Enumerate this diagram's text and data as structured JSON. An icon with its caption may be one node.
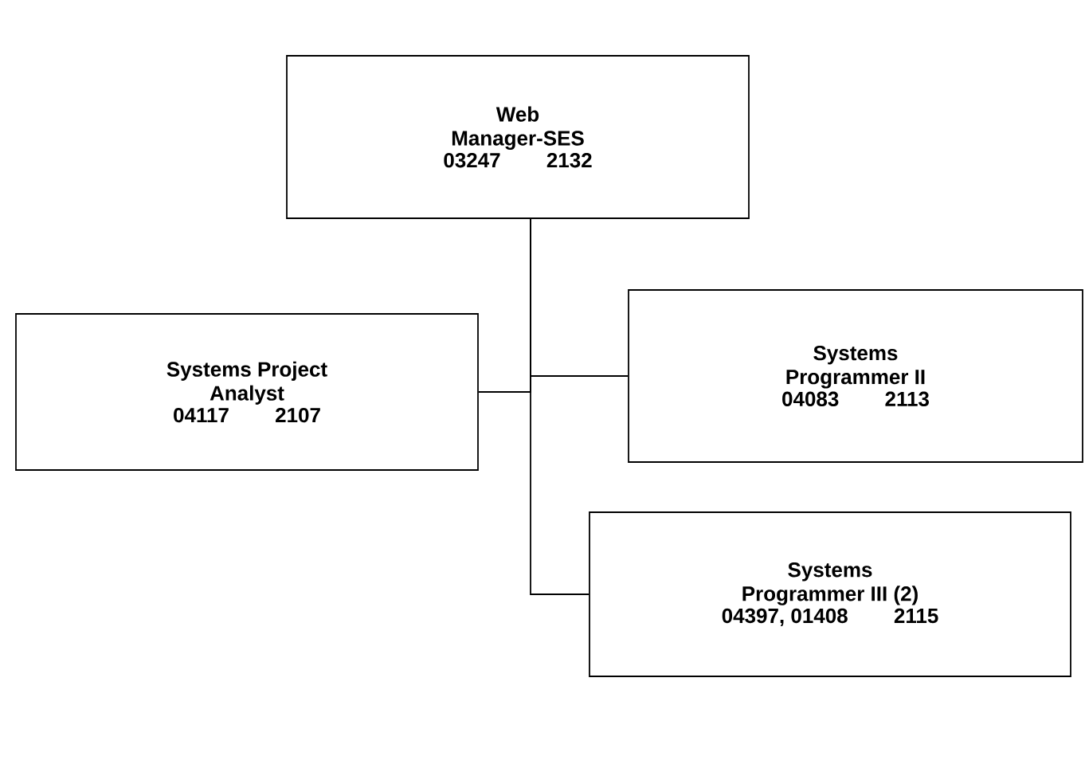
{
  "diagram": {
    "nodes": [
      {
        "text": [
          "Web Manager-SES",
          "03247",
          "2132"
        ]
      },
      {
        "text": [
          "Systems Project Analyst",
          "04117",
          "2107"
        ]
      },
      {
        "text": [
          "Systems Programmer II",
          "04083",
          "2113"
        ]
      },
      {
        "text": [
          "Systems Programmer III (2)",
          "04397, 01408",
          "2115"
        ]
      }
    ],
    "edges": [
      {
        "from": 0,
        "to": 1,
        "arrow": "none"
      },
      {
        "from": 0,
        "to": 2,
        "arrow": "none"
      },
      {
        "from": 0,
        "to": 3,
        "arrow": "none"
      }
    ]
  }
}
